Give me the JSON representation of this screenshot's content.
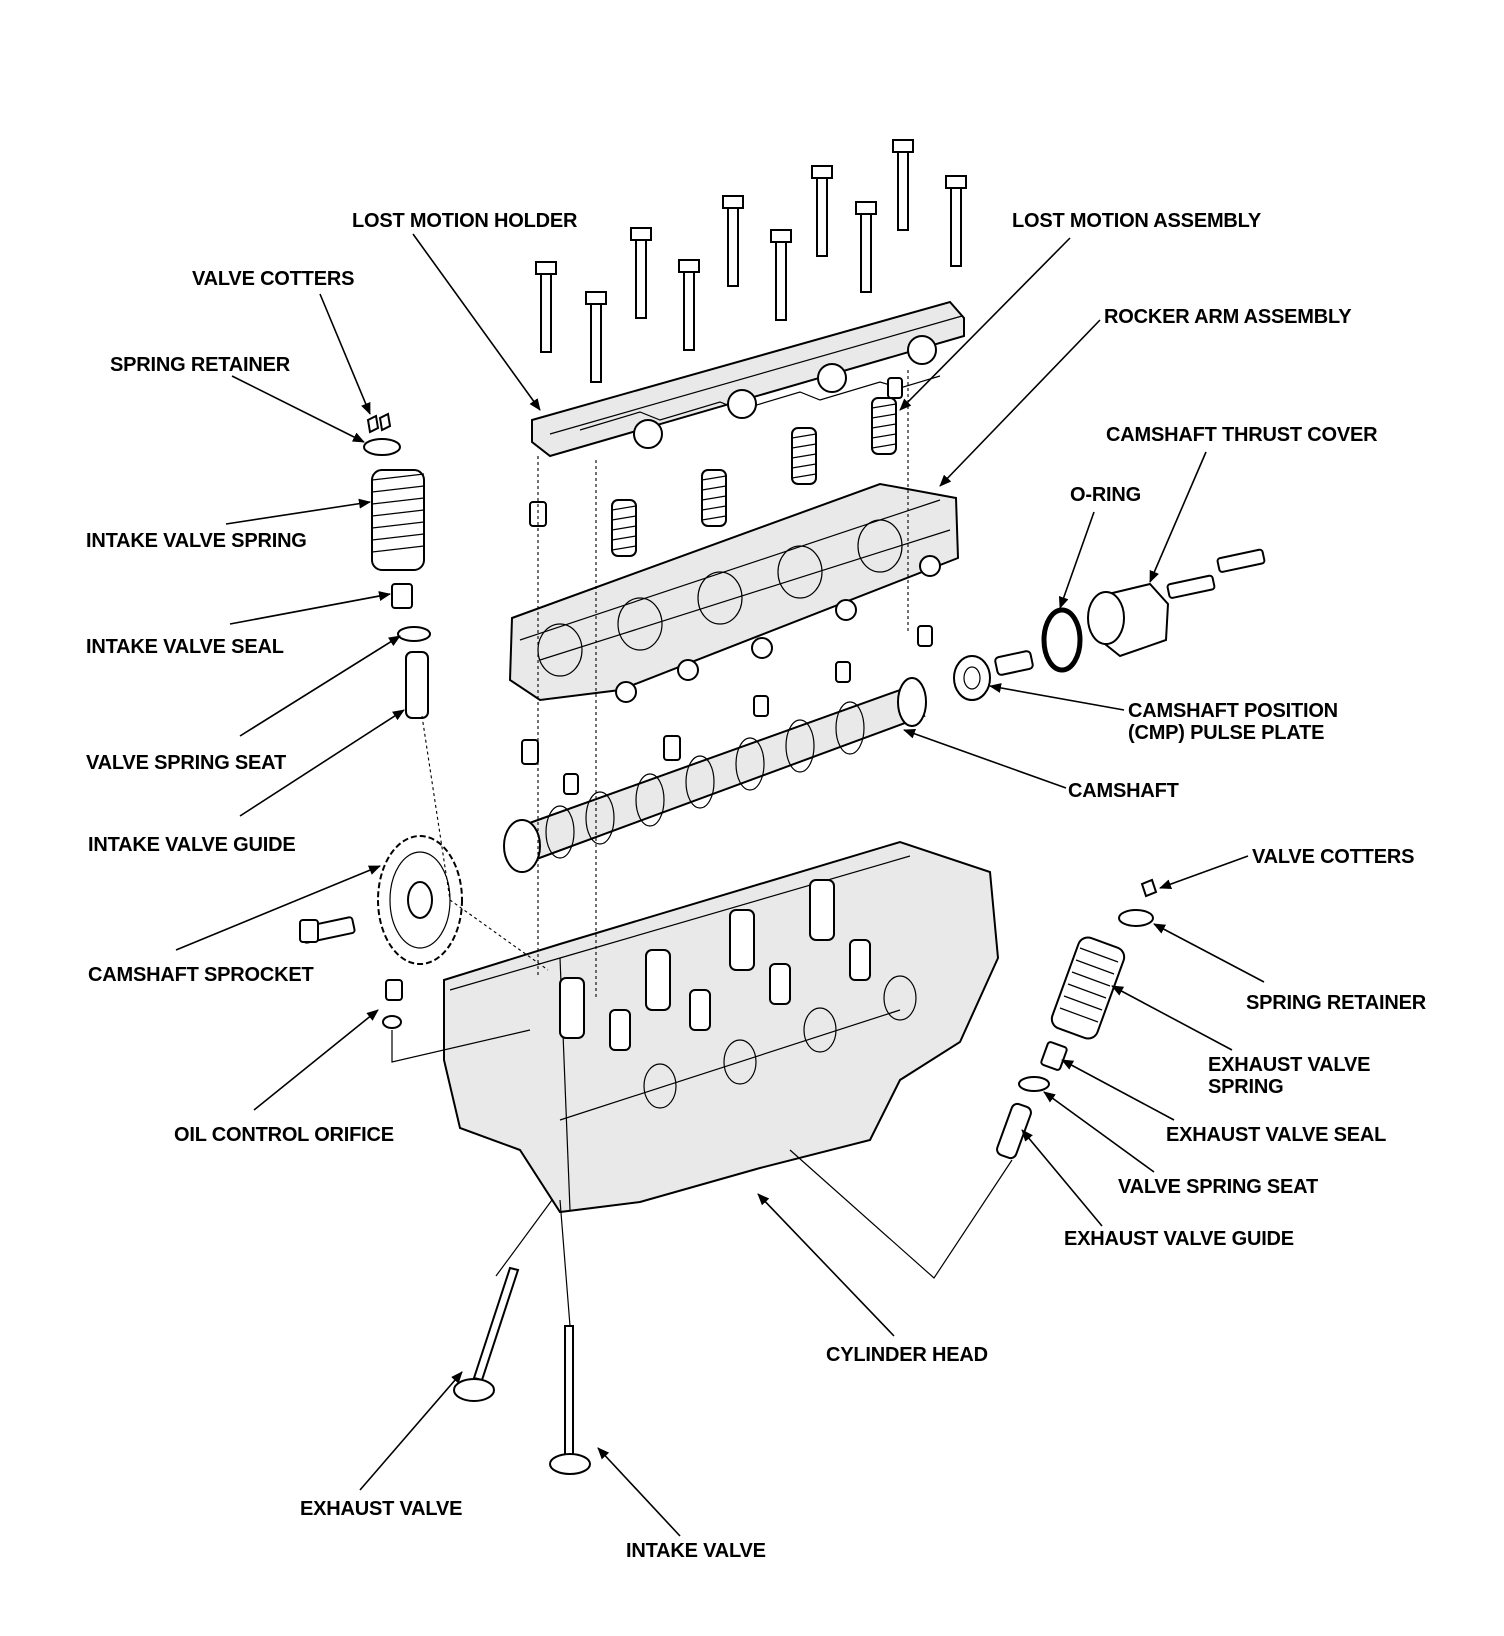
{
  "labels": {
    "lost_motion_holder": "LOST MOTION HOLDER",
    "lost_motion_assembly": "LOST MOTION ASSEMBLY",
    "valve_cotters_left": "VALVE COTTERS",
    "rocker_arm_assembly": "ROCKER ARM ASSEMBLY",
    "spring_retainer_left": "SPRING RETAINER",
    "camshaft_thrust_cover": "CAMSHAFT THRUST COVER",
    "o_ring": "O-RING",
    "intake_valve_spring": "INTAKE VALVE SPRING",
    "intake_valve_seal": "INTAKE VALVE SEAL",
    "cmp_pulse_plate_line1": "CAMSHAFT POSITION",
    "cmp_pulse_plate_line2": "(CMP) PULSE PLATE",
    "valve_spring_seat_left": "VALVE SPRING SEAT",
    "camshaft": "CAMSHAFT",
    "intake_valve_guide": "INTAKE VALVE GUIDE",
    "valve_cotters_right": "VALVE COTTERS",
    "camshaft_sprocket": "CAMSHAFT SPROCKET",
    "spring_retainer_right": "SPRING RETAINER",
    "exhaust_valve_spring_line1": "EXHAUST VALVE",
    "exhaust_valve_spring_line2": "SPRING",
    "oil_control_orifice": "OIL CONTROL ORIFICE",
    "exhaust_valve_seal": "EXHAUST VALVE SEAL",
    "valve_spring_seat_right": "VALVE SPRING SEAT",
    "exhaust_valve_guide": "EXHAUST VALVE GUIDE",
    "cylinder_head": "CYLINDER HEAD",
    "exhaust_valve": "EXHAUST VALVE",
    "intake_valve": "INTAKE VALVE"
  }
}
